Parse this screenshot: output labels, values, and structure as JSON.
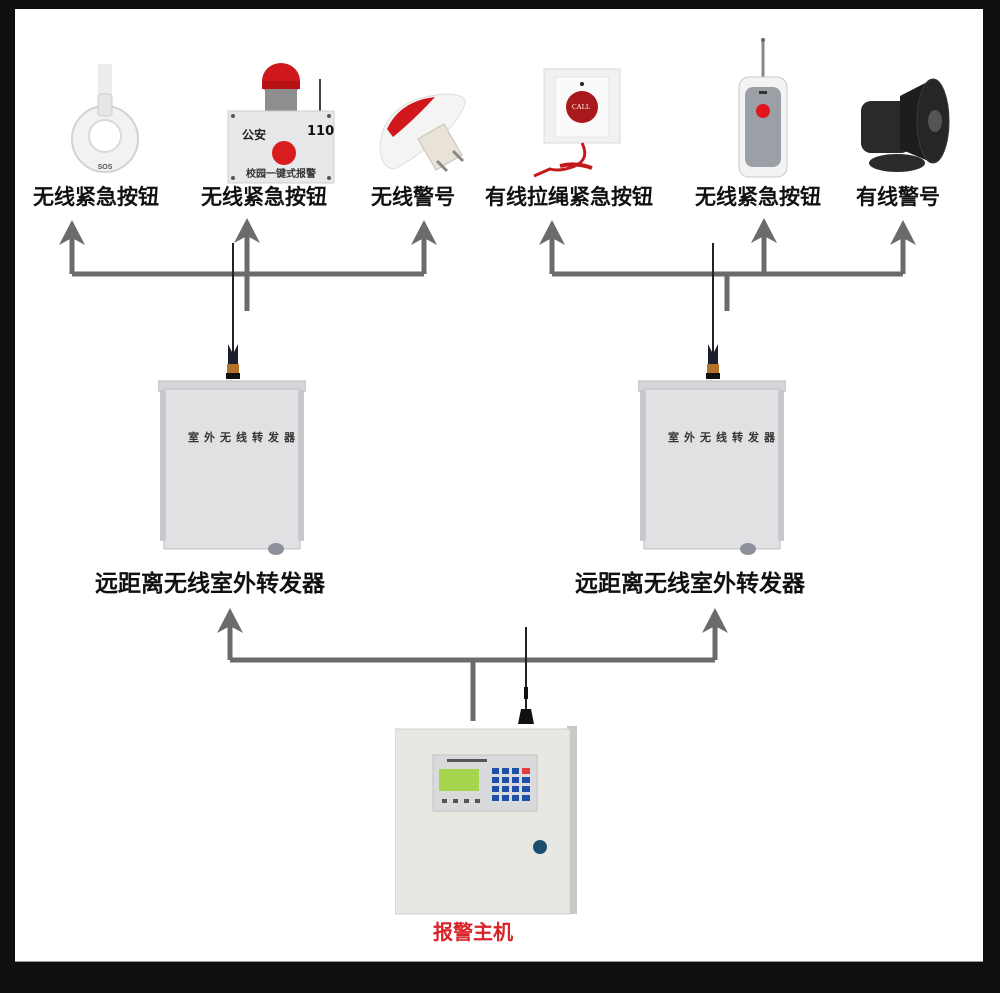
{
  "diagram": {
    "devices_top": [
      {
        "label": "无线紧急按钮",
        "icon": "sos-pendant-button",
        "imprint": "SOS"
      },
      {
        "label": "无线紧急按钮",
        "icon": "campus-alarm-box",
        "imprint_left": "公安",
        "imprint_right": "110",
        "imprint_bottom": "校园一键式报警"
      },
      {
        "label": "无线警号",
        "icon": "wireless-siren"
      },
      {
        "label": "有线拉绳紧急按钮",
        "icon": "pull-cord-call-button",
        "imprint": "CALL"
      },
      {
        "label": "无线紧急按钮",
        "icon": "remote-emergency-button"
      },
      {
        "label": "有线警号",
        "icon": "horn-siren"
      }
    ],
    "repeaters": [
      {
        "label": "远距离无线室外转发器",
        "box_text": "室外无线转发器"
      },
      {
        "label": "远距离无线室外转发器",
        "box_text": "室外无线转发器"
      }
    ],
    "host": {
      "label": "报警主机"
    }
  },
  "colors": {
    "connector": "#6b6b6b",
    "host_label": "#d9232a",
    "alarm_red": "#d0181c",
    "frame": "#0f0f10"
  }
}
